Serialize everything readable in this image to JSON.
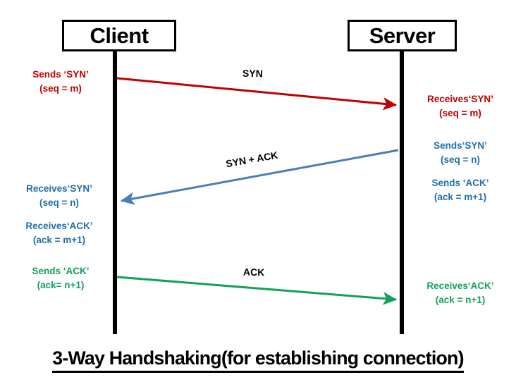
{
  "diagram": {
    "nodes": {
      "client": "Client",
      "server": "Server"
    },
    "messages": [
      {
        "label": "SYN",
        "color": "#C00000",
        "direction": "client-to-server"
      },
      {
        "label": "SYN + ACK",
        "color": "#4A7EBB",
        "direction": "server-to-client"
      },
      {
        "label": "ACK",
        "color": "#12A05A",
        "direction": "client-to-server"
      }
    ],
    "notes": {
      "client_send_syn": {
        "line1": "Sends ‘SYN’",
        "line2": "(seq = m)"
      },
      "server_recv_syn": {
        "line1": "Receives‘SYN’",
        "line2": "(seq = m)"
      },
      "server_send_syn": {
        "line1": "Sends‘SYN’",
        "line2": "(seq = n)"
      },
      "server_send_ack": {
        "line1": "Sends ‘ACK’",
        "line2": "(ack = m+1)"
      },
      "client_recv_syn": {
        "line1": "Receives‘SYN’",
        "line2": "(seq = n)"
      },
      "client_recv_ack": {
        "line1": "Receives‘ACK’",
        "line2": "(ack = m+1)"
      },
      "client_send_ack": {
        "line1": "Sends ‘ACK’",
        "line2": "(ack= n+1)"
      },
      "server_recv_ack": {
        "line1": "Receives‘ACK’",
        "line2": "(ack = n+1)"
      }
    },
    "caption": "3-Way Handshaking(for establishing connection)",
    "colors": {
      "red": "#C00000",
      "blue_line": "#4A7EBB",
      "blue_text": "#1F6FA8",
      "green": "#12A05A",
      "black": "#000000",
      "background": "#FFFFFF"
    }
  }
}
